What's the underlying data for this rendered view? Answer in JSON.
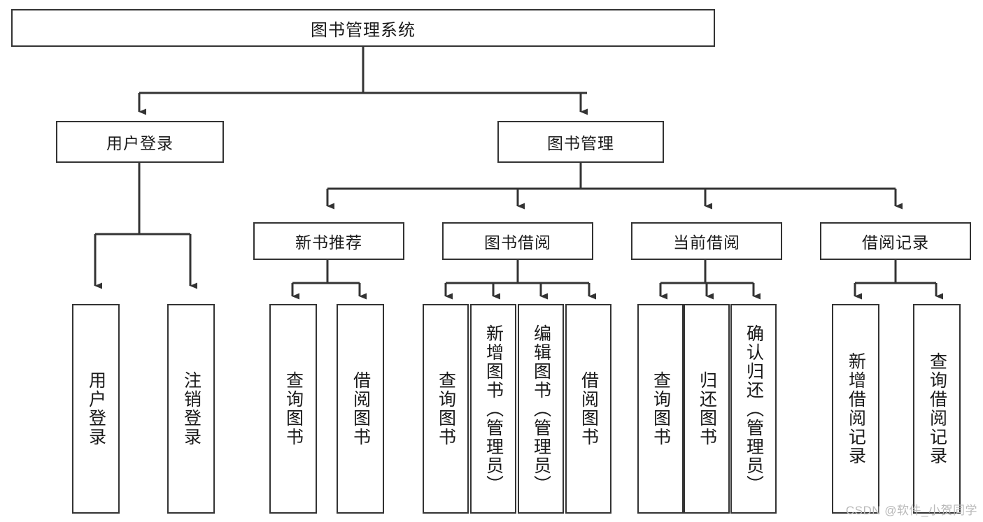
{
  "diagram": {
    "type": "hierarchy-tree",
    "title": "图书管理系统",
    "line_color": "#333333",
    "box_fill": "#ffffff",
    "text_color": "#1a1a1a",
    "root": {
      "label": "图书管理系统"
    },
    "level2": [
      {
        "label": "用户登录"
      },
      {
        "label": "图书管理"
      }
    ],
    "level3": [
      {
        "label": "新书推荐"
      },
      {
        "label": "图书借阅"
      },
      {
        "label": "当前借阅"
      },
      {
        "label": "借阅记录"
      }
    ],
    "leaves": [
      {
        "label": "用户登录"
      },
      {
        "label": "注销登录"
      },
      {
        "label": "查询图书"
      },
      {
        "label": "借阅图书"
      },
      {
        "label": "查询图书"
      },
      {
        "label": "新增图书（管理员）"
      },
      {
        "label": "编辑图书（管理员）"
      },
      {
        "label": "借阅图书"
      },
      {
        "label": "查询图书"
      },
      {
        "label": "归还图书"
      },
      {
        "label": "确认归还（管理员）"
      },
      {
        "label": "新增借阅记录"
      },
      {
        "label": "查询借阅记录"
      }
    ]
  },
  "watermark": {
    "text": "CSDN @软件_小贺同学"
  }
}
